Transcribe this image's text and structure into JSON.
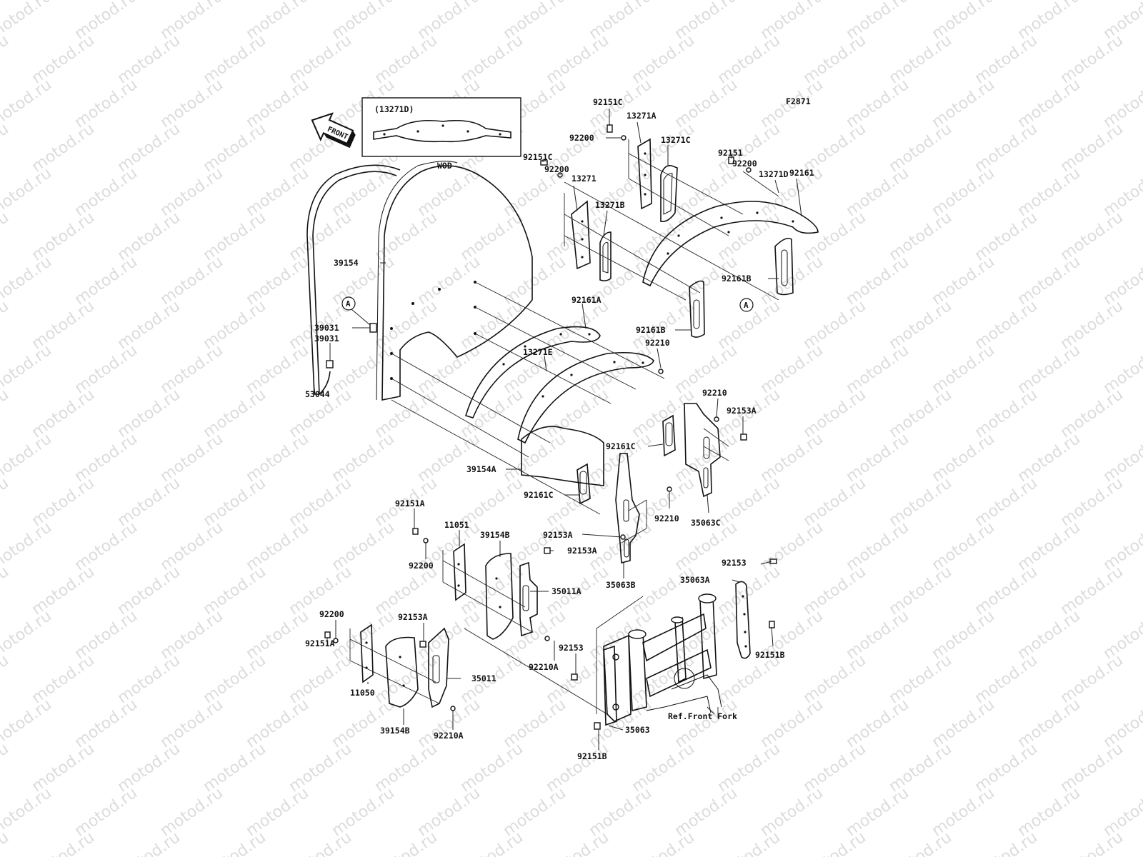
{
  "diagram_code": "F2871",
  "watermark_text": "motod.ru",
  "front_arrow_label": "FRONT",
  "inset_box_title": "(13271D)",
  "wod_label": "WOD",
  "reference_marker": "A",
  "ref_note": "Ref.Front Fork",
  "callouts": [
    "92151C",
    "13271A",
    "92200",
    "13271C",
    "92151",
    "92200",
    "13271D",
    "92161",
    "92151C",
    "92200",
    "13271",
    "13271B",
    "92161B",
    "39154",
    "92161A",
    "92161B",
    "39031",
    "39031",
    "92210",
    "13271E",
    "53044",
    "92210",
    "92153A",
    "92161C",
    "39154A",
    "92161C",
    "92210",
    "35063C",
    "92151A",
    "11051",
    "39154B",
    "92153A",
    "92153A",
    "92200",
    "35011A",
    "35063B",
    "92153",
    "35063A",
    "92200",
    "92153A",
    "92153",
    "92151B",
    "92151A",
    "92210A",
    "35011",
    "11050",
    "39154B",
    "92210A",
    "35063",
    "92151B"
  ]
}
